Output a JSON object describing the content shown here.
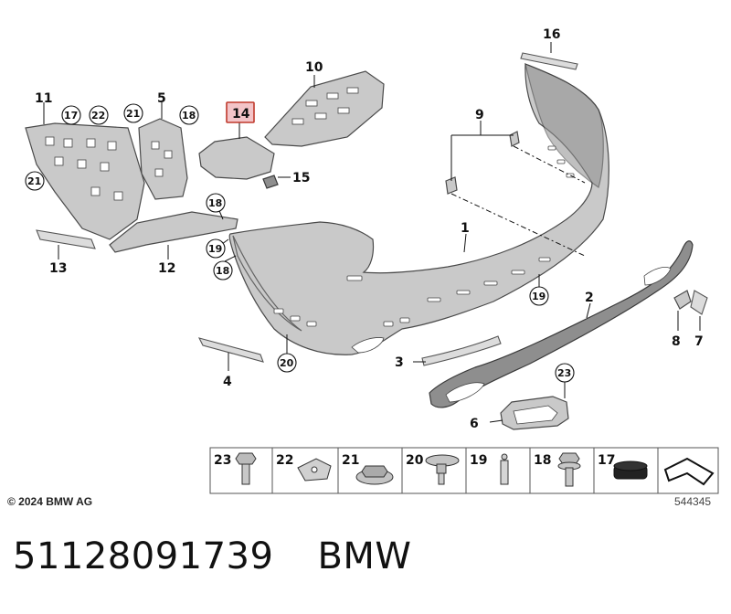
{
  "callouts": {
    "c1": "1",
    "c2": "2",
    "c3": "3",
    "c4": "4",
    "c5": "5",
    "c6": "6",
    "c7": "7",
    "c8": "8",
    "c9": "9",
    "c10": "10",
    "c11": "11",
    "c12": "12",
    "c13": "13",
    "c14": "14",
    "c15": "15",
    "c16": "16",
    "c17": "17",
    "c18": "18",
    "c19": "19",
    "c20": "20",
    "c21": "21",
    "c22": "22",
    "c23": "23"
  },
  "highlighted_part": "14",
  "legend": {
    "cells": [
      "23",
      "22",
      "21",
      "20",
      "19",
      "18",
      "17"
    ]
  },
  "copyright": "© 2024 BMW AG",
  "image_number": "544345",
  "footer": {
    "part_number": "51128091739",
    "brand": "BMW"
  },
  "colors": {
    "highlight_fill": "#f3c4c8",
    "highlight_stroke": "#c0392b",
    "part_gray": "#c9c9c9"
  }
}
